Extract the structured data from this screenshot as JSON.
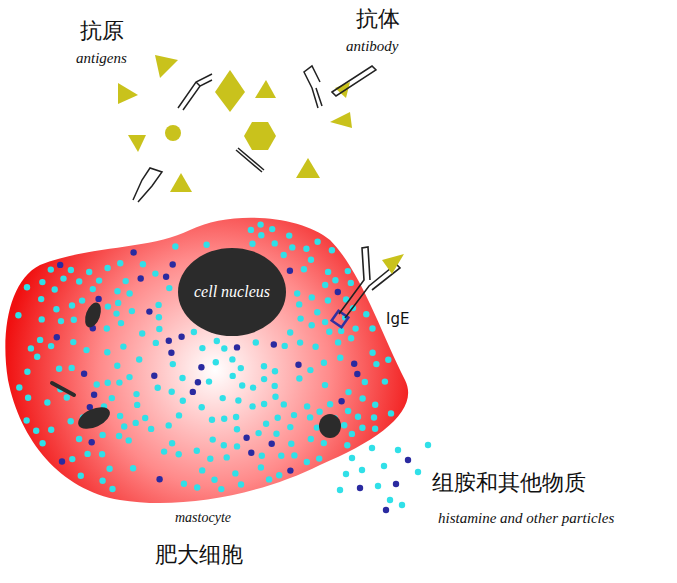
{
  "diagram": {
    "nodes": [
      {
        "text": [
          "mastocyte",
          "肥大细胞"
        ]
      },
      {
        "text": [
          "cell nucleus"
        ],
        "in": 0
      }
    ],
    "labels": [
      "抗原",
      "antigens",
      "抗体",
      "antibody",
      "IgE",
      "组胺和其他物质",
      "histamine and other particles"
    ]
  }
}
